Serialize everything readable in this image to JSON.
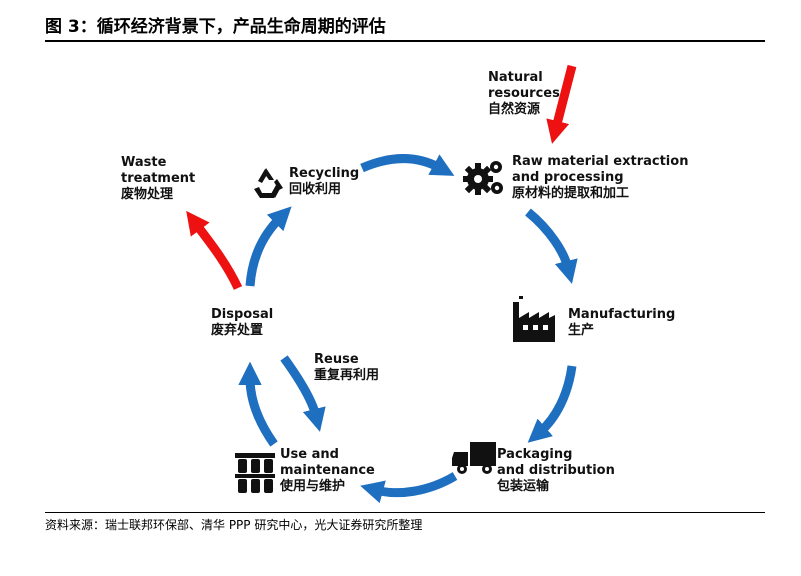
{
  "figure_title": "图 3：循环经济背景下，产品生命周期的评估",
  "source_note": "资料来源：瑞士联邦环保部、清华 PPP 研究中心，光大证券研究所整理",
  "nodes": {
    "natural_resources": {
      "en": "Natural\nresources",
      "zh": "自然资源"
    },
    "raw_material": {
      "en": "Raw material extraction\nand processing",
      "zh": "原材料的提取和加工"
    },
    "manufacturing": {
      "en": "Manufacturing",
      "zh": "生产"
    },
    "packaging": {
      "en": "Packaging\nand distribution",
      "zh": "包装运输"
    },
    "use": {
      "en": "Use and\nmaintenance",
      "zh": "使用与维护"
    },
    "reuse": {
      "en": "Reuse",
      "zh": "重复再利用"
    },
    "disposal": {
      "en": "Disposal",
      "zh": "废弃处置"
    },
    "waste": {
      "en": "Waste\ntreatment",
      "zh": "废物处理"
    },
    "recycling": {
      "en": "Recycling",
      "zh": "回收利用"
    }
  },
  "colors": {
    "cycle_arrow": "#1f6fc0",
    "input_output_arrow": "#ee1111",
    "icon": "#111111"
  },
  "icons": {
    "recycling": "recycle-icon",
    "raw_material": "gears-icon",
    "manufacturing": "factory-icon",
    "packaging": "truck-icon",
    "use": "bottles-icon"
  }
}
